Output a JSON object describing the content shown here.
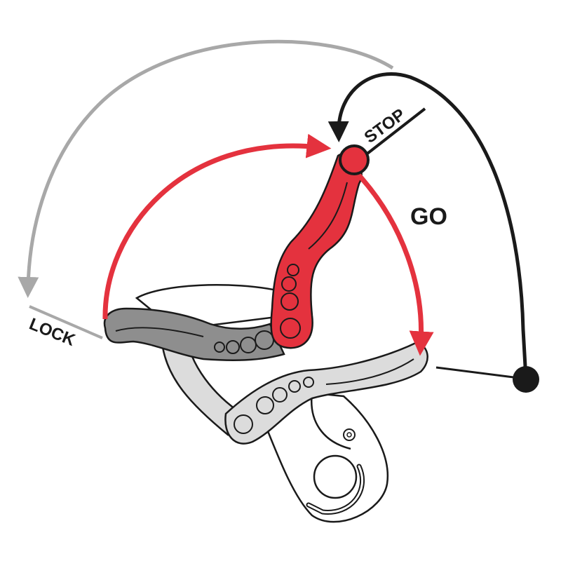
{
  "labels": {
    "lock": "LOCK",
    "stop": "STOP",
    "go": "GO"
  },
  "colors": {
    "red": "#e4323e",
    "gray_arrow": "#a8a8a8",
    "black_arrow": "#1a1a1a",
    "handle_dark": "#8e8e8e",
    "handle_light": "#dcdcdc",
    "outline": "#1a1a1a"
  }
}
